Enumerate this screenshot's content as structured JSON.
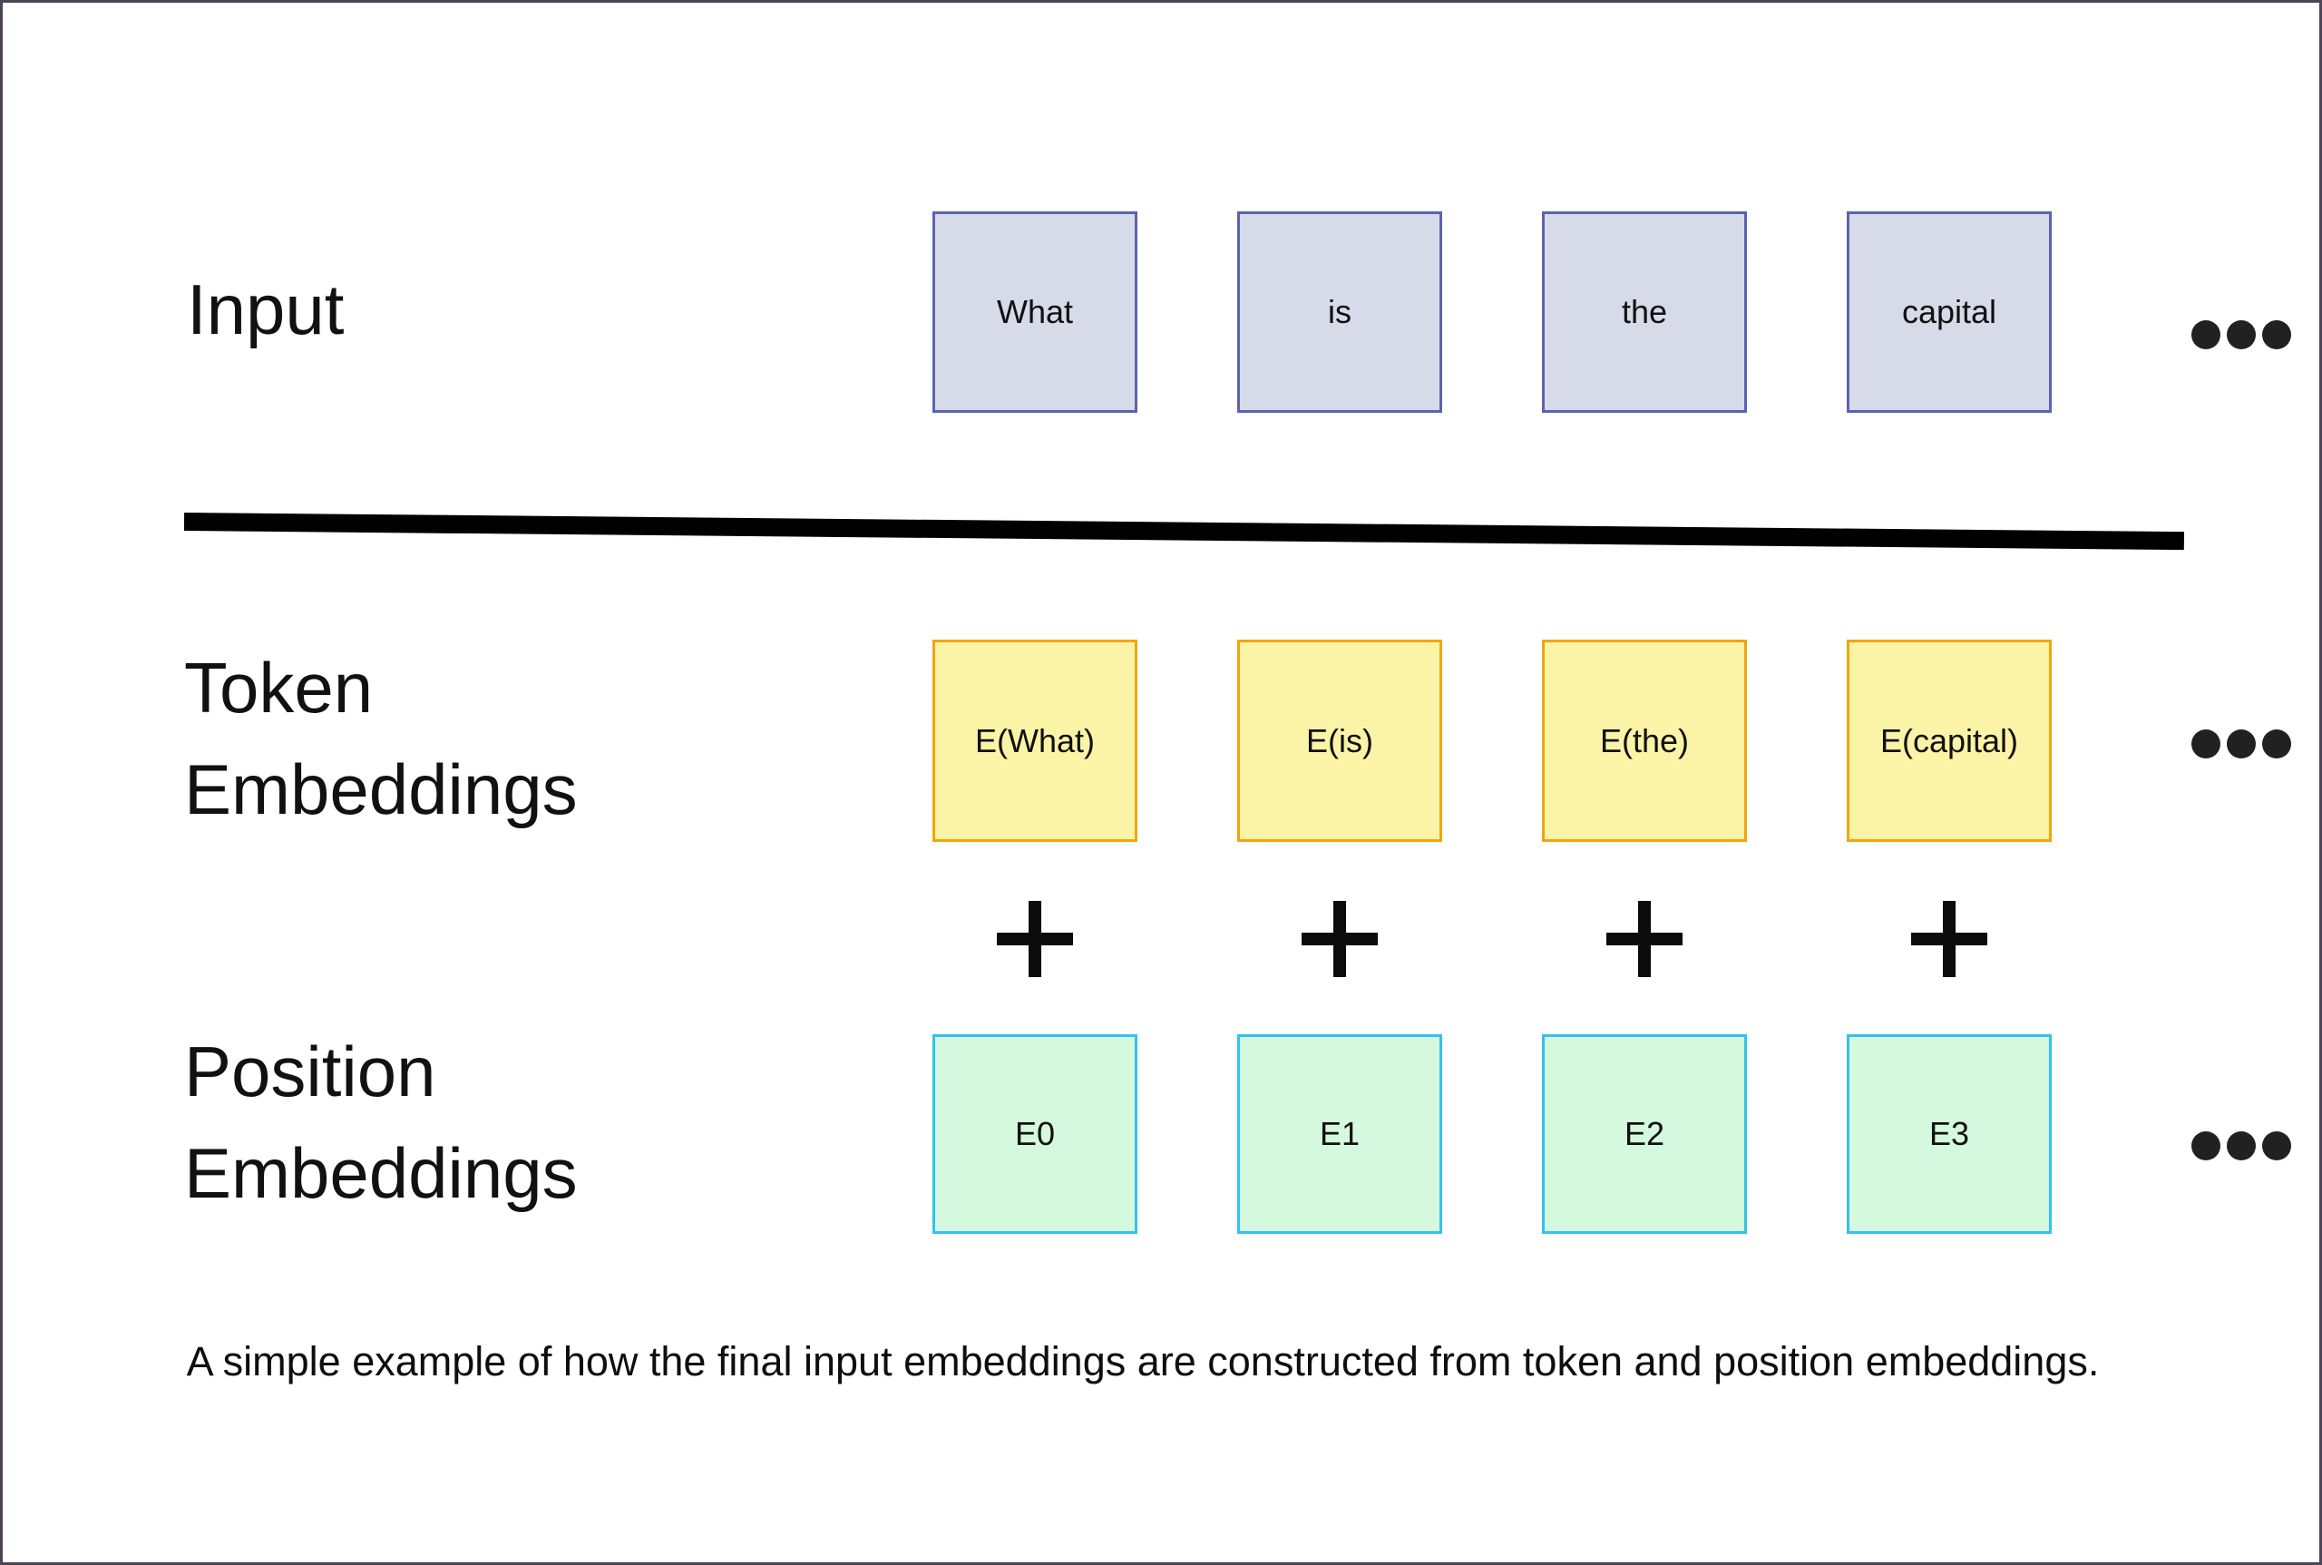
{
  "colors": {
    "frame_border": "#4e4457",
    "background": "#ffffff",
    "divider": "#000000",
    "dot": "#212121",
    "text": "#111111",
    "input_box_fill": "#d7dae8",
    "input_box_border": "#5b63af",
    "token_box_fill": "#fbf3a6",
    "token_box_border": "#f0a60e",
    "position_box_fill": "#d5f9de",
    "position_box_border": "#34c1ee"
  },
  "labels": {
    "input": "Input",
    "token_line1": "Token",
    "token_line2": "Embeddings",
    "position_line1": "Position",
    "position_line2": "Embeddings"
  },
  "rows": {
    "input_tokens": [
      "What",
      "is",
      "the",
      "capital"
    ],
    "token_embeddings": [
      "E(What)",
      "E(is)",
      "E(the)",
      "E(capital)"
    ],
    "position_embeddings": [
      "E0",
      "E1",
      "E2",
      "E3"
    ]
  },
  "operators": {
    "plus": "+"
  },
  "caption": "A simple example of how the final input embeddings are constructed from token and position embeddings."
}
